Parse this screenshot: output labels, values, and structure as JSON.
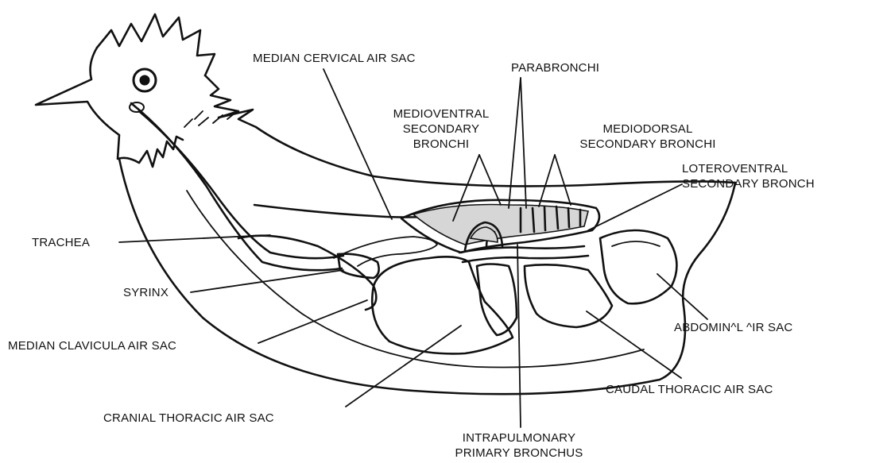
{
  "labels": {
    "median_cervical_air_sac": "MEDIAN CERVICAL AIR SAC",
    "parabronchi": "PARABRONCHI",
    "medioventral_secondary_bronchi": [
      "MEDIOVENTRAL",
      "SECONDARY",
      "BRONCHI"
    ],
    "mediodorsal_secondary_bronchi": [
      "MEDIODORSAL",
      "SECONDARY BRONCHI"
    ],
    "loteroventral_secondary_bronch": [
      "LOTEROVENTRAL",
      "SECONDARY BRONCH"
    ],
    "trachea": "TRACHEA",
    "syrinx": "SYRINX",
    "median_clavicula_air_sac": "MEDIAN CLAVICULA AIR SAC",
    "cranial_thoracic_air_sac": "CRANIAL THORACIC AIR SAC",
    "intrapulmonary_primary_bronchus": [
      "INTRAPULMONARY",
      "PRIMARY BRONCHUS"
    ],
    "caudal_thoracic_air_sac": "CAUDAL THORACIC AIR SAC",
    "abdominal_air_sac": "ABDOMIN^L ^IR SAC"
  },
  "colors": {
    "ink": "#111111",
    "background": "#ffffff",
    "stipple": "#d6d6d6"
  }
}
